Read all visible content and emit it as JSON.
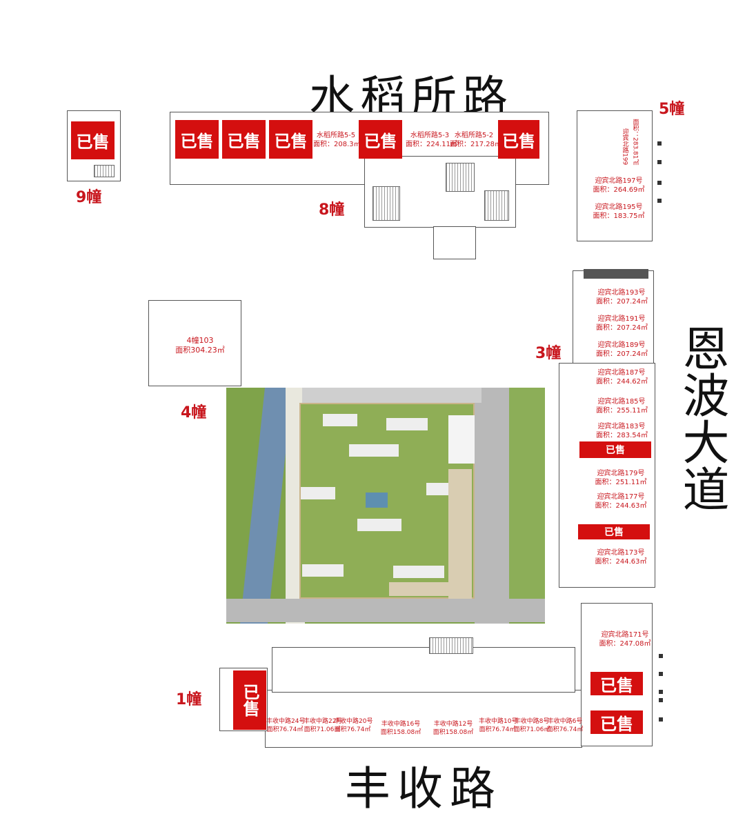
{
  "roads": {
    "north": "水稻所路",
    "east": "恩波大道",
    "south": "丰收路"
  },
  "sold_label": "已售",
  "buildings": {
    "b9": {
      "label": "9幢"
    },
    "b8": {
      "label": "8幢",
      "units": [
        {
          "name": "水稻所路5-5",
          "area": "面积：208.3㎡"
        },
        {
          "name": "水稻所路5-3",
          "area": "面积：224.11㎡"
        },
        {
          "name": "水稻所路5-2",
          "area": "面积：217.28㎡"
        }
      ]
    },
    "b5": {
      "label": "5幢",
      "units": [
        {
          "name": "迎宾北路199",
          "area": "面积：283.81㎡"
        },
        {
          "name": "迎宾北路197号",
          "area": "面积：264.69㎡"
        },
        {
          "name": "迎宾北路195号",
          "area": "面积：183.75㎡"
        }
      ]
    },
    "b4": {
      "label": "4幢",
      "unit": {
        "name": "4幢103",
        "area": "面积304.23㎡"
      }
    },
    "b3": {
      "label": "3幢",
      "units": [
        {
          "name": "迎宾北路193号",
          "area": "面积：207.24㎡"
        },
        {
          "name": "迎宾北路191号",
          "area": "面积：207.24㎡"
        },
        {
          "name": "迎宾北路189号",
          "area": "面积：207.24㎡"
        },
        {
          "name": "迎宾北路187号",
          "area": "面积：244.62㎡"
        },
        {
          "name": "迎宾北路185号",
          "area": "面积：255.11㎡"
        },
        {
          "name": "迎宾北路183号",
          "area": "面积：283.54㎡"
        },
        {
          "name": "迎宾北路179号",
          "area": "面积：251.11㎡"
        },
        {
          "name": "迎宾北路177号",
          "area": "面积：244.63㎡"
        },
        {
          "name": "迎宾北路173号",
          "area": "面积：244.63㎡"
        }
      ]
    },
    "b1": {
      "label": "1幢",
      "units": [
        {
          "name": "丰收中路24号",
          "area": "面积76.74㎡"
        },
        {
          "name": "丰收中路22号",
          "area": "面积71.06㎡"
        },
        {
          "name": "丰收中路20号",
          "area": "面积76.74㎡"
        },
        {
          "name": "丰收中路16号",
          "area": "面积158.08㎡"
        },
        {
          "name": "丰收中路12号",
          "area": "面积158.08㎡"
        },
        {
          "name": "丰收中路10号",
          "area": "面积76.74㎡"
        },
        {
          "name": "丰收中路8号",
          "area": "面积71.06㎡"
        },
        {
          "name": "丰收中路6号",
          "area": "面积76.74㎡"
        }
      ],
      "corner_unit": {
        "name": "迎宾北路171号",
        "area": "面积：247.08㎡"
      }
    }
  },
  "colors": {
    "sold": "#d40f0f",
    "label": "#c8161d",
    "grass": "#7fa34a",
    "river": "#6f8fb0",
    "road": "#b9b9b9"
  }
}
